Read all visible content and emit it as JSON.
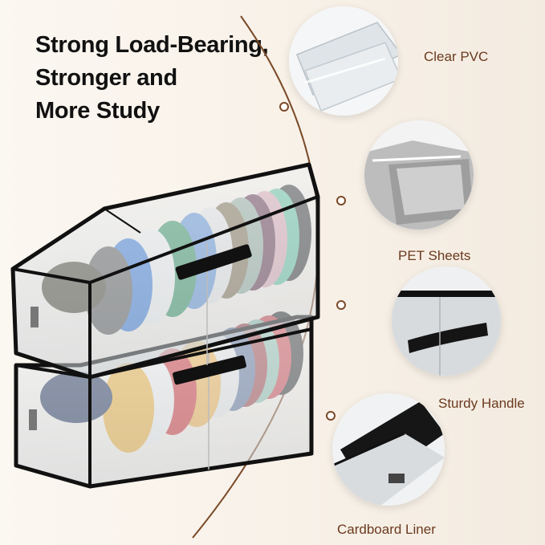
{
  "headline": {
    "line1": "Strong Load-Bearing,",
    "line2": "Stronger and",
    "line3": "More Study"
  },
  "features": [
    {
      "label": "Clear PVC",
      "icon": "clear-pvc-sheet-photo"
    },
    {
      "label": "PET Sheets",
      "icon": "pet-sheets-photo"
    },
    {
      "label": "Sturdy Handle",
      "icon": "sturdy-handle-photo"
    },
    {
      "label": "Cardboard Liner",
      "icon": "cardboard-liner-photo"
    }
  ],
  "colors": {
    "accent_brown": "#7a4a28",
    "label_brown": "#6b3a1e",
    "trim_black": "#111111",
    "background": "#f8f1e8"
  }
}
